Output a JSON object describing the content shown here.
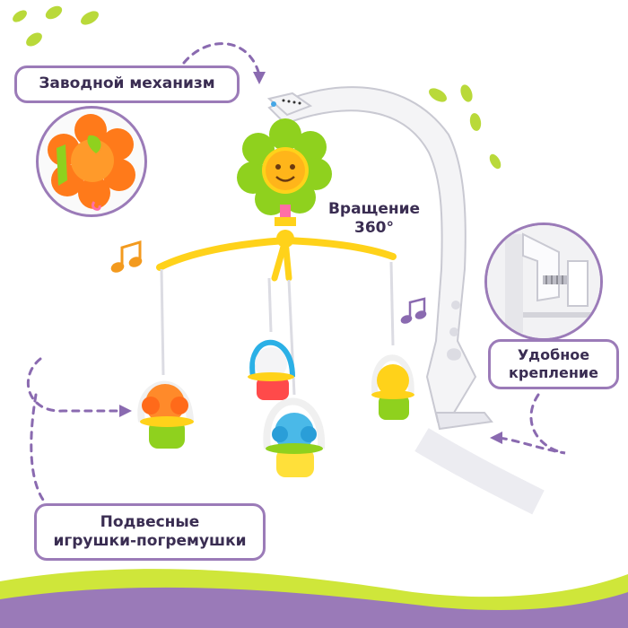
{
  "labels": {
    "winding": "Заводной механизм",
    "rotation": "Вращение\n360°",
    "mount": "Удобное\nкрепление",
    "toys": "Подвесные\nигрушки-погремушки"
  },
  "colors": {
    "label_border": "#9b7bb8",
    "label_text": "#3a2d52",
    "bottom_wave_purple": "#9a7ab8",
    "bottom_wave_green": "#cfe63a",
    "leaf_green": "#b9d93a",
    "arm_yellow": "#ffd21a",
    "flower_green": "#8fd11e",
    "flower_orange": "#ff7a1a",
    "note_orange": "#f39a1e",
    "note_purple": "#8a6ab0"
  },
  "icons": [
    "music-note-icon",
    "leaf-decoration-icon",
    "dashed-arrow-icon"
  ]
}
